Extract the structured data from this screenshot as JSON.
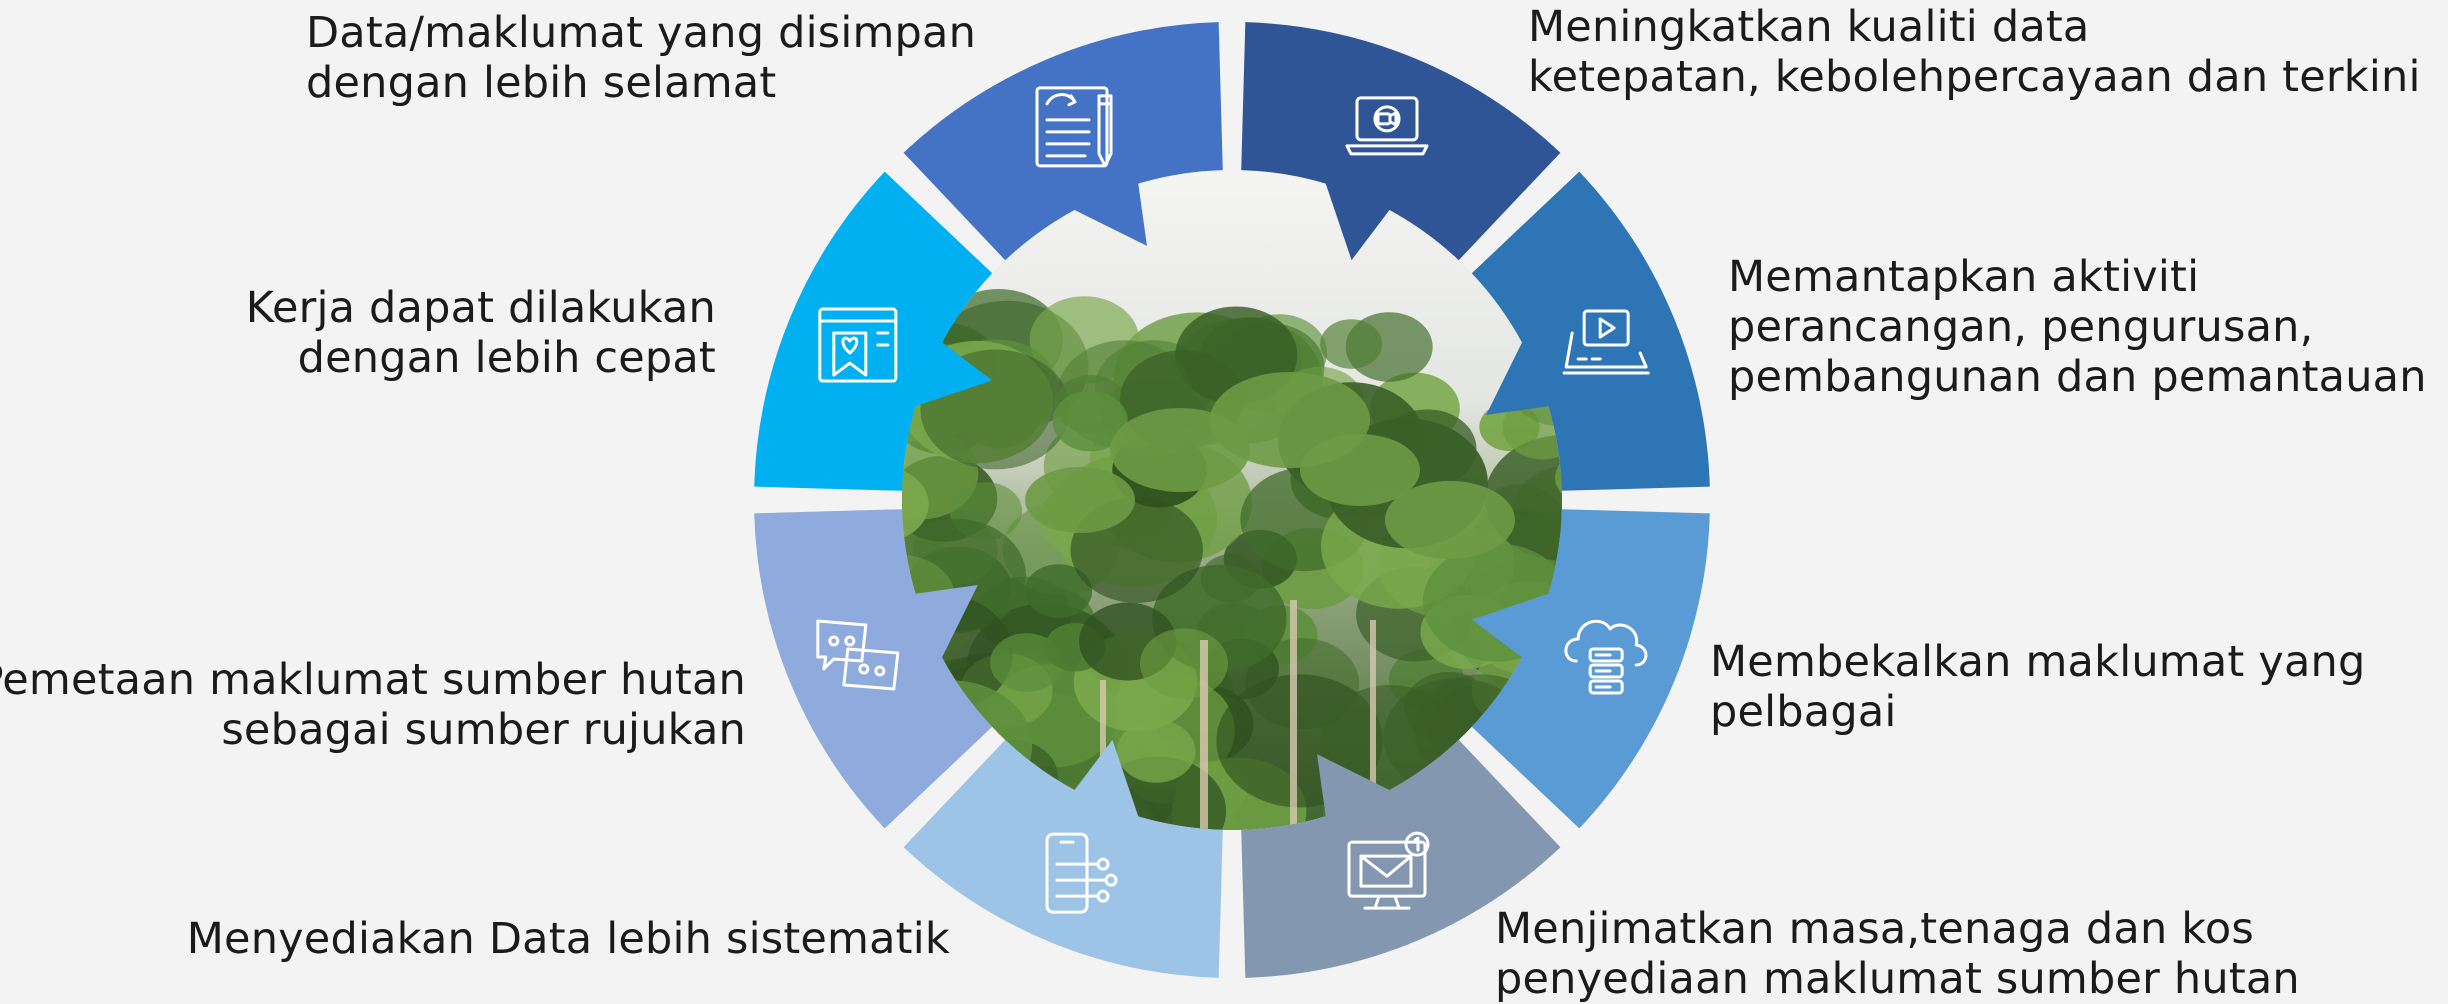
{
  "colors": {
    "top_left": "#4472c4",
    "top_right": "#2f5597",
    "right_upper": "#2e75b6",
    "right_lower": "#5b9bd5",
    "bottom_right": "#8497b0",
    "bottom_left": "#9dc3e6",
    "left_lower": "#8faadc",
    "left_upper": "#00b0f0",
    "background": "#f3f3f3"
  },
  "segments": [
    {
      "key": "top_right",
      "icon": "video-call-laptop-icon",
      "lines": [
        "Meningkatkan kualiti data",
        "ketepatan, kebolehpercayaan dan terkini"
      ]
    },
    {
      "key": "right_upper",
      "icon": "presentation-laptop-icon",
      "lines": [
        "Memantapkan aktiviti",
        "perancangan, pengurusan,",
        "pembangunan dan pemantauan"
      ]
    },
    {
      "key": "right_lower",
      "icon": "cloud-server-icon",
      "lines": [
        "Membekalkan maklumat yang",
        "pelbagai"
      ]
    },
    {
      "key": "bottom_right",
      "icon": "mail-notification-monitor-icon",
      "lines": [
        "Menjimatkan masa,tenaga dan kos",
        "penyediaan maklumat sumber hutan"
      ]
    },
    {
      "key": "bottom_left",
      "icon": "mobile-network-icon",
      "lines": [
        "Menyediakan Data lebih sistematik"
      ]
    },
    {
      "key": "left_lower",
      "icon": "chat-bubbles-icon",
      "lines": [
        "Pemetaan maklumat sumber hutan",
        "sebagai sumber rujukan"
      ]
    },
    {
      "key": "left_upper",
      "icon": "bookmark-heart-browser-icon",
      "lines": [
        "Kerja dapat dilakukan",
        "dengan lebih cepat"
      ]
    },
    {
      "key": "top_left",
      "icon": "document-edit-icon",
      "lines": [
        "Data/maklumat yang disimpan",
        "dengan lebih selamat"
      ]
    }
  ]
}
